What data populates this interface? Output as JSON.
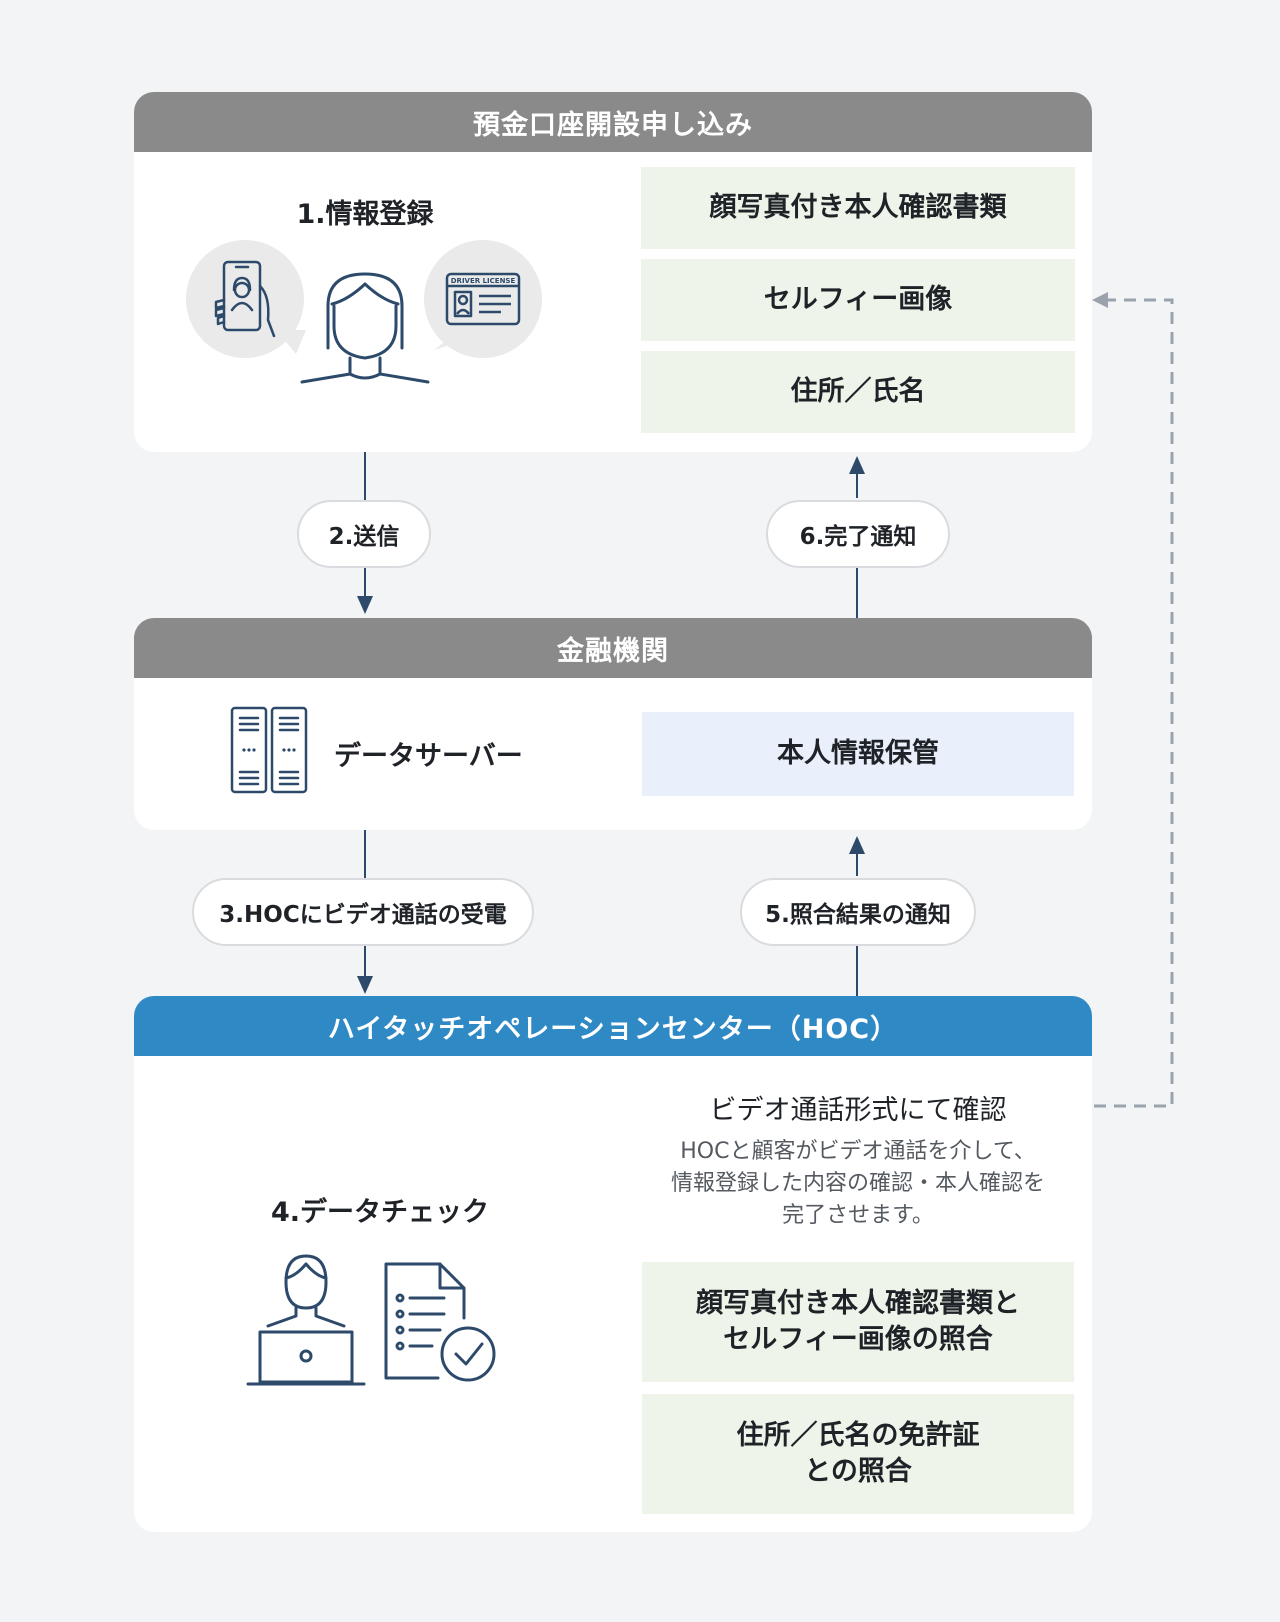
{
  "application": {
    "header": "預金口座開設申し込み",
    "title": "1.情報登録",
    "items": [
      "顔写真付き本人確認書類",
      "セルフィー画像",
      "住所／氏名"
    ]
  },
  "bank": {
    "header": "金融機関",
    "server_label": "データサーバー",
    "storage_label": "本人情報保管"
  },
  "hoc": {
    "header": "ハイタッチオペレーションセンター（HOC）",
    "title": "4.データチェック",
    "video_check": "ビデオ通話形式にて確認",
    "description_lines": [
      "HOCと顧客がビデオ通話を介して、",
      "情報登録した内容の確認・本人確認を",
      "完了させます。"
    ],
    "checks": [
      {
        "lines": [
          "顔写真付き本人確認書類と",
          "セルフィー画像の照合"
        ]
      },
      {
        "lines": [
          "住所／氏名の免許証",
          "との照合"
        ]
      }
    ]
  },
  "steps": {
    "send": "2.送信",
    "complete_notice": "6.完了通知",
    "video_call": "3.HOCにビデオ通話の受電",
    "result_notice": "5.照合結果の通知"
  },
  "icons": {
    "phone": "smartphone-selfie-icon",
    "person": "woman-avatar-icon",
    "license": "driver-license-icon",
    "license_caption": "DRIVER LICENSE",
    "server": "server-rack-icon",
    "operator": "operator-laptop-icon",
    "document": "document-check-icon"
  },
  "colors": {
    "gray_header": "#8a8a8a",
    "blue_header": "#2f89c5",
    "green_box": "#eef4e9",
    "blue_box": "#e9f0fb",
    "arrow": "#2d4a6b",
    "dashed": "#9aa3ad"
  }
}
